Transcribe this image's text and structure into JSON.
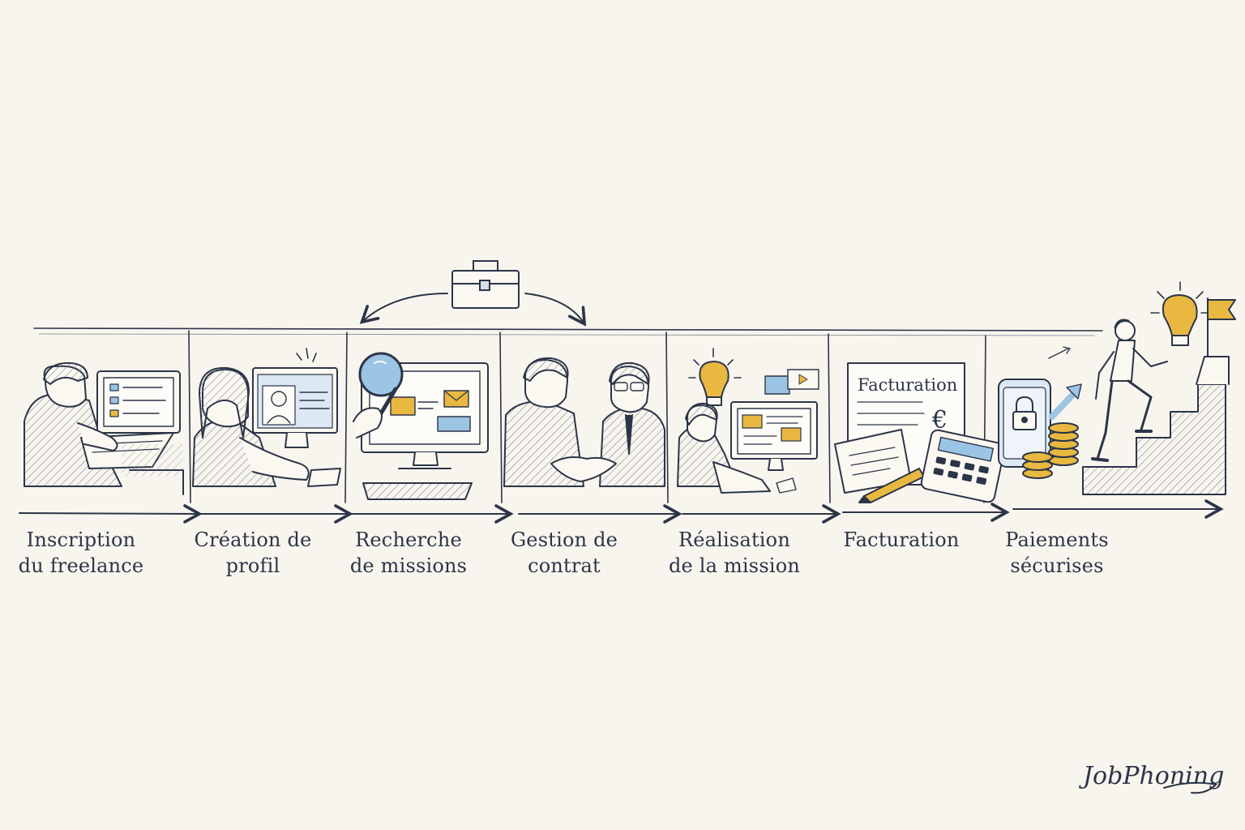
{
  "diagram": {
    "steps": [
      {
        "id": "inscription",
        "lines": [
          "Inscription",
          "du freelance"
        ]
      },
      {
        "id": "profil",
        "lines": [
          "Création de",
          "profil"
        ]
      },
      {
        "id": "recherche",
        "lines": [
          "Recherche",
          "de missions"
        ]
      },
      {
        "id": "contrat",
        "lines": [
          "Gestion de",
          "contrat"
        ]
      },
      {
        "id": "realisation",
        "lines": [
          "Réalisation",
          "de la mission"
        ]
      },
      {
        "id": "facturation",
        "lines": [
          "Facturation"
        ]
      },
      {
        "id": "paiements",
        "lines": [
          "Paiements",
          "sécurises"
        ]
      }
    ],
    "invoice_title": "Facturation",
    "currency_symbol": "€",
    "cycle_icon": "briefcase-icon"
  },
  "brand": "JobPhoning",
  "colors": {
    "ink": "#2c3548",
    "accent_yellow": "#e8b840",
    "accent_blue": "#9cc4e4",
    "background": "#f8f5ee"
  }
}
